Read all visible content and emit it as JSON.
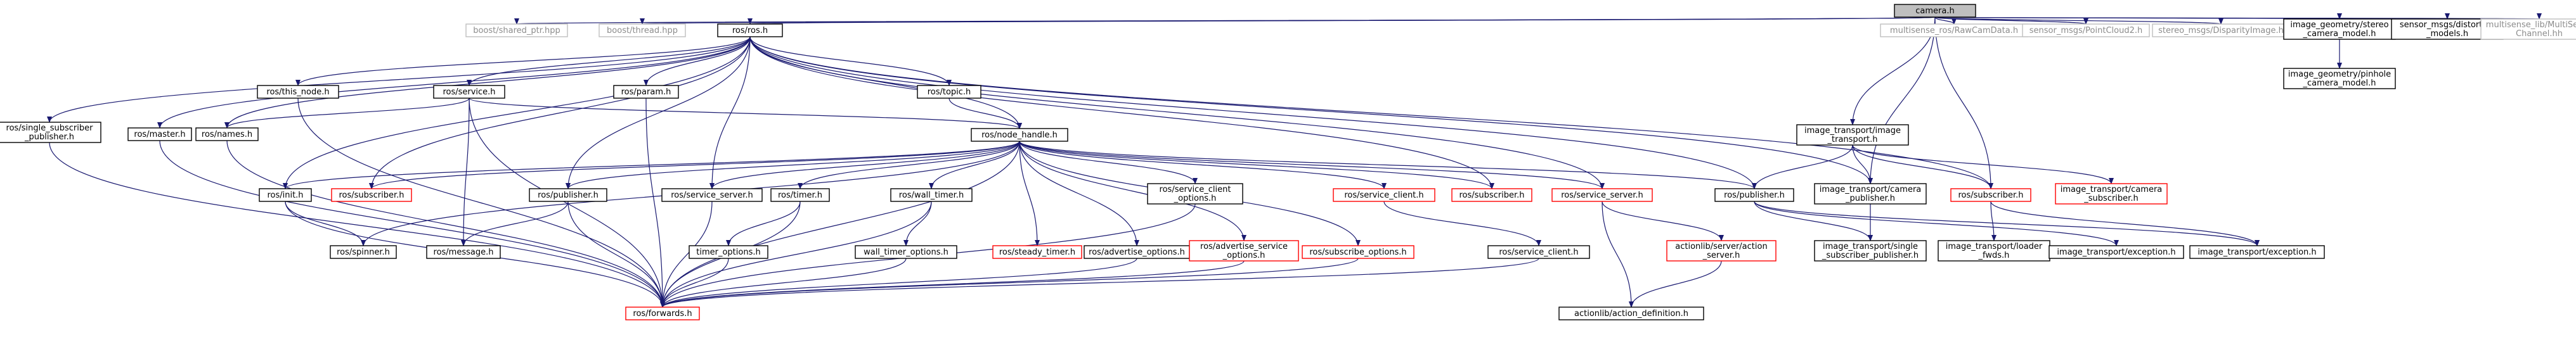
{
  "colors": {
    "edge": "#191970",
    "node_border_default": "#000000",
    "node_border_gray": "#bfbfbf",
    "node_border_red": "#ff0000",
    "node_fill_highlight": "#bfbfbf",
    "node_fill": "#ffffff",
    "text_default": "#000000",
    "text_gray": "#8c8c8c"
  },
  "nodes": [
    {
      "id": "camera",
      "label": "camera.h",
      "style": "highlight"
    },
    {
      "id": "boost_shared",
      "label": "boost/shared_ptr.hpp",
      "style": "gray"
    },
    {
      "id": "boost_thread",
      "label": "boost/thread.hpp",
      "style": "gray"
    },
    {
      "id": "ros",
      "label": "ros/ros.h",
      "style": "default"
    },
    {
      "id": "raw_cam",
      "label": "multisense_ros/RawCamData.h",
      "style": "gray"
    },
    {
      "id": "pointcloud2",
      "label": "sensor_msgs/PointCloud2.h",
      "style": "gray"
    },
    {
      "id": "disparity",
      "label": "stereo_msgs/DisparityImage.h",
      "style": "gray"
    },
    {
      "id": "stereo_model",
      "label": [
        "image_geometry/stereo",
        "_camera_model.h"
      ],
      "style": "default"
    },
    {
      "id": "distortion",
      "label": [
        "sensor_msgs/distortion",
        "_models.h"
      ],
      "style": "default"
    },
    {
      "id": "multisense_channel",
      "label": [
        "multisense_lib/MultiSense",
        "Channel.hh"
      ],
      "style": "gray"
    },
    {
      "id": "pinhole",
      "label": [
        "image_geometry/pinhole",
        "_camera_model.h"
      ],
      "style": "default"
    },
    {
      "id": "single_sub_pub",
      "label": [
        "ros/single_subscriber",
        "_publisher.h"
      ],
      "style": "default"
    },
    {
      "id": "master",
      "label": "ros/master.h",
      "style": "default"
    },
    {
      "id": "this_node",
      "label": "ros/this_node.h",
      "style": "default"
    },
    {
      "id": "service",
      "label": "ros/service.h",
      "style": "default"
    },
    {
      "id": "param",
      "label": "ros/param.h",
      "style": "default"
    },
    {
      "id": "topic",
      "label": "ros/topic.h",
      "style": "default"
    },
    {
      "id": "names",
      "label": "ros/names.h",
      "style": "default"
    },
    {
      "id": "node_handle",
      "label": "ros/node_handle.h",
      "style": "default"
    },
    {
      "id": "it_transport",
      "label": [
        "image_transport/image",
        "_transport.h"
      ],
      "style": "default"
    },
    {
      "id": "ros_init",
      "label": "ros/init.h",
      "style": "default"
    },
    {
      "id": "ros_subscriber_red",
      "label": "ros/subscriber.h",
      "style": "red"
    },
    {
      "id": "ros_publisher",
      "label": "ros/publisher.h",
      "style": "default"
    },
    {
      "id": "ros_service_server",
      "label": "ros/service_server.h",
      "style": "default"
    },
    {
      "id": "ros_timer",
      "label": "ros/timer.h",
      "style": "default"
    },
    {
      "id": "ros_wall_timer",
      "label": "ros/wall_timer.h",
      "style": "default"
    },
    {
      "id": "ros_service_client_opts",
      "label": [
        "ros/service_client",
        "_options.h"
      ],
      "style": "default"
    },
    {
      "id": "ros_service_client_red",
      "label": "ros/service_client.h",
      "style": "red"
    },
    {
      "id": "ros_subscriber_red2",
      "label": "ros/subscriber.h",
      "style": "red"
    },
    {
      "id": "ros_service_server_red",
      "label": "ros/service_server.h",
      "style": "red"
    },
    {
      "id": "ros_publisher2",
      "label": "ros/publisher.h",
      "style": "default"
    },
    {
      "id": "it_cam_pub",
      "label": [
        "image_transport/camera",
        "_publisher.h"
      ],
      "style": "default"
    },
    {
      "id": "ros_subscriber_red3",
      "label": "ros/subscriber.h",
      "style": "red"
    },
    {
      "id": "it_cam_sub",
      "label": [
        "image_transport/camera",
        "_subscriber.h"
      ],
      "style": "red"
    },
    {
      "id": "ros_spinner",
      "label": "ros/spinner.h",
      "style": "default"
    },
    {
      "id": "ros_message",
      "label": "ros/message.h",
      "style": "default"
    },
    {
      "id": "timer_options",
      "label": "timer_options.h",
      "style": "default"
    },
    {
      "id": "wall_timer_options",
      "label": "wall_timer_options.h",
      "style": "default"
    },
    {
      "id": "ros_steady_timer",
      "label": "ros/steady_timer.h",
      "style": "red"
    },
    {
      "id": "ros_advertise_options",
      "label": "ros/advertise_options.h",
      "style": "default"
    },
    {
      "id": "ros_adv_service_opts",
      "label": [
        "ros/advertise_service",
        "_options.h"
      ],
      "style": "red"
    },
    {
      "id": "ros_subscribe_options",
      "label": "ros/subscribe_options.h",
      "style": "red"
    },
    {
      "id": "ros_service_client2",
      "label": "ros/service_client.h",
      "style": "default"
    },
    {
      "id": "actionlib_server",
      "label": [
        "actionlib/server/action",
        "_server.h"
      ],
      "style": "red"
    },
    {
      "id": "it_single_sub_pub",
      "label": [
        "image_transport/single",
        "_subscriber_publisher.h"
      ],
      "style": "default"
    },
    {
      "id": "it_loader_fwds",
      "label": [
        "image_transport/loader",
        "_fwds.h"
      ],
      "style": "default"
    },
    {
      "id": "it_exception1",
      "label": "image_transport/exception.h",
      "style": "default"
    },
    {
      "id": "it_exception2",
      "label": "image_transport/exception.h",
      "style": "default"
    },
    {
      "id": "ros_forwards",
      "label": "ros/forwards.h",
      "style": "red"
    },
    {
      "id": "actionlib_goal",
      "label": "actionlib/action_definition.h",
      "style": "default"
    }
  ],
  "edges": [
    [
      "camera",
      "boost_shared"
    ],
    [
      "camera",
      "boost_thread"
    ],
    [
      "camera",
      "ros"
    ],
    [
      "camera",
      "raw_cam"
    ],
    [
      "camera",
      "pointcloud2"
    ],
    [
      "camera",
      "disparity"
    ],
    [
      "camera",
      "stereo_model"
    ],
    [
      "camera",
      "distortion"
    ],
    [
      "camera",
      "multisense_channel"
    ],
    [
      "camera",
      "it_transport"
    ],
    [
      "camera",
      "it_cam_pub"
    ],
    [
      "camera",
      "ros_subscriber_red3"
    ],
    [
      "stereo_model",
      "pinhole"
    ],
    [
      "ros",
      "single_sub_pub"
    ],
    [
      "ros",
      "master"
    ],
    [
      "ros",
      "this_node"
    ],
    [
      "ros",
      "service"
    ],
    [
      "ros",
      "param"
    ],
    [
      "ros",
      "topic"
    ],
    [
      "ros",
      "names"
    ],
    [
      "ros",
      "node_handle"
    ],
    [
      "ros",
      "ros_init"
    ],
    [
      "ros",
      "ros_subscriber_red"
    ],
    [
      "ros",
      "ros_publisher"
    ],
    [
      "ros",
      "ros_service_server"
    ],
    [
      "ros",
      "ros_subscriber_red2"
    ],
    [
      "ros",
      "ros_service_server_red"
    ],
    [
      "ros",
      "ros_publisher2"
    ],
    [
      "ros",
      "ros_subscriber_red3"
    ],
    [
      "ros",
      "it_cam_pub"
    ],
    [
      "service",
      "names"
    ],
    [
      "service",
      "node_handle"
    ],
    [
      "service",
      "ros_message"
    ],
    [
      "service",
      "ros_forwards"
    ],
    [
      "topic",
      "node_handle"
    ],
    [
      "this_node",
      "ros_forwards"
    ],
    [
      "param",
      "ros_forwards"
    ],
    [
      "single_sub_pub",
      "ros_forwards"
    ],
    [
      "master",
      "ros_forwards"
    ],
    [
      "names",
      "ros_forwards"
    ],
    [
      "node_handle",
      "ros_init"
    ],
    [
      "node_handle",
      "ros_subscriber_red"
    ],
    [
      "node_handle",
      "ros_publisher"
    ],
    [
      "node_handle",
      "ros_service_server"
    ],
    [
      "node_handle",
      "ros_timer"
    ],
    [
      "node_handle",
      "ros_wall_timer"
    ],
    [
      "node_handle",
      "ros_service_client_opts"
    ],
    [
      "node_handle",
      "ros_service_client_red"
    ],
    [
      "node_handle",
      "ros_subscriber_red2"
    ],
    [
      "node_handle",
      "ros_service_server_red"
    ],
    [
      "node_handle",
      "ros_publisher2"
    ],
    [
      "node_handle",
      "ros_spinner"
    ],
    [
      "node_handle",
      "ros_steady_timer"
    ],
    [
      "node_handle",
      "ros_advertise_options"
    ],
    [
      "node_handle",
      "ros_adv_service_opts"
    ],
    [
      "node_handle",
      "ros_subscribe_options"
    ],
    [
      "node_handle",
      "ros_forwards"
    ],
    [
      "it_transport",
      "ros_publisher2"
    ],
    [
      "it_transport",
      "it_cam_pub"
    ],
    [
      "it_transport",
      "ros_subscriber_red3"
    ],
    [
      "it_transport",
      "it_cam_sub"
    ],
    [
      "ros_init",
      "ros_spinner"
    ],
    [
      "ros_init",
      "ros_forwards"
    ],
    [
      "ros_publisher",
      "ros_message"
    ],
    [
      "ros_publisher",
      "ros_forwards"
    ],
    [
      "ros_service_server",
      "ros_forwards"
    ],
    [
      "ros_timer",
      "timer_options"
    ],
    [
      "ros_timer",
      "ros_forwards"
    ],
    [
      "ros_wall_timer",
      "wall_timer_options"
    ],
    [
      "ros_wall_timer",
      "ros_forwards"
    ],
    [
      "ros_service_client_opts",
      "ros_forwards"
    ],
    [
      "ros_service_client_red",
      "ros_service_client2"
    ],
    [
      "ros_service_server_red",
      "actionlib_server"
    ],
    [
      "ros_service_server_red",
      "actionlib_goal"
    ],
    [
      "ros_publisher2",
      "it_single_sub_pub"
    ],
    [
      "ros_publisher2",
      "it_exception1"
    ],
    [
      "ros_publisher2",
      "it_exception2"
    ],
    [
      "it_cam_pub",
      "it_single_sub_pub"
    ],
    [
      "ros_subscriber_red3",
      "it_loader_fwds"
    ],
    [
      "ros_subscriber_red3",
      "it_exception2"
    ],
    [
      "timer_options",
      "ros_forwards"
    ],
    [
      "wall_timer_options",
      "ros_forwards"
    ],
    [
      "ros_advertise_options",
      "ros_forwards"
    ],
    [
      "ros_adv_service_opts",
      "ros_forwards"
    ],
    [
      "ros_subscribe_options",
      "ros_forwards"
    ],
    [
      "ros_service_client2",
      "ros_forwards"
    ],
    [
      "actionlib_server",
      "actionlib_goal"
    ]
  ]
}
